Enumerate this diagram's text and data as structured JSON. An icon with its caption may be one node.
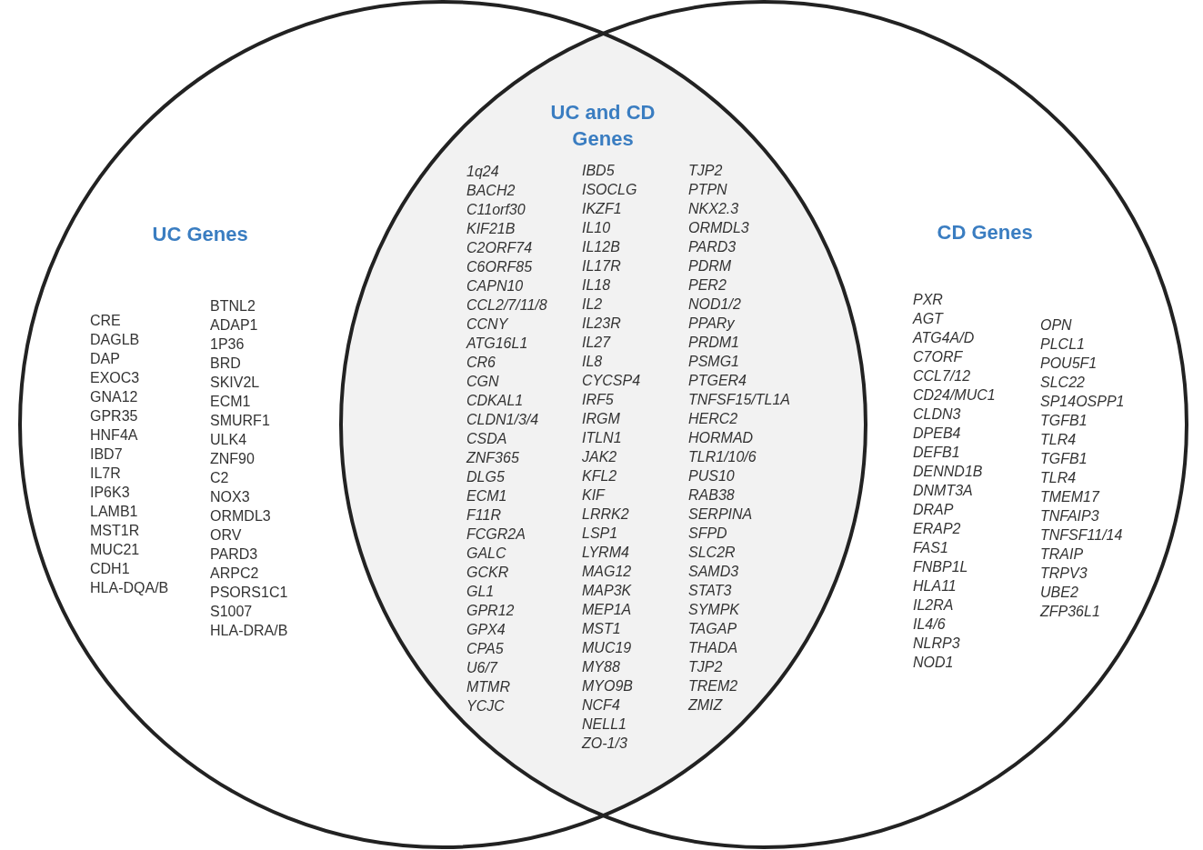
{
  "diagram": {
    "nodes": [
      {
        "text": [
          "UC Genes"
        ]
      },
      {
        "text": [
          "CD Genes"
        ]
      },
      {
        "text": [
          "UC and CD Genes"
        ]
      }
    ],
    "labels": [
      "CRE",
      "DAGLB",
      "DAP",
      "EXOC3",
      "GNA12",
      "GPR35",
      "HNF4A",
      "IBD7",
      "IL7R",
      "IP6K3",
      "LAMB1",
      "MST1R",
      "MUC21",
      "CDH1",
      "HLA-DQA/B",
      "BTNL2",
      "ADAP1",
      "1P36",
      "BRD",
      "SKIV2L",
      "ECM1",
      "SMURF1",
      "ULK4",
      "ZNF90",
      "C2",
      "NOX3",
      "ORMDL3",
      "ORV",
      "PARD3",
      "ARPC2",
      "PSORS1C1",
      "S1007",
      "HLA-DRA/B",
      "1q24",
      "BACH2",
      "C11orf30",
      "KIF21B",
      "C2ORF74",
      "C6ORF85",
      "CAPN10",
      "CCL2/7/11/8",
      "CCNY",
      "ATG16L1",
      "CR6",
      "CGN",
      "CDKAL1",
      "CLDN1/3/4",
      "CSDA",
      "ZNF365",
      "DLG5",
      "ECM1",
      "F11R",
      "FCGR2A",
      "GALC",
      "GCKR",
      "GL1",
      "GPR12",
      "GPX4",
      "CPA5",
      "U6/7",
      "MTMR",
      "YCJC",
      "IBD5",
      "ISOCLG",
      "IKZF1",
      "IL10",
      "IL12B",
      "IL17R",
      "IL18",
      "IL2",
      "IL23R",
      "IL27",
      "IL8",
      "CYCSP4",
      "IRF5",
      "IRGM",
      "ITLN1",
      "JAK2",
      "KFL2",
      "KIF",
      "LRRK2",
      "LSP1",
      "LYRM4",
      "MAG12",
      "MAP3K",
      "MEP1A",
      "MST1",
      "MUC19",
      "MY88",
      "MYO9B",
      "NCF4",
      "NELL1",
      "ZO-1/3",
      "TJP2",
      "PTPN",
      "NKX2.3",
      "ORMDL3",
      "PARD3",
      "PDRM",
      "PER2",
      "NOD1/2",
      "PPARy",
      "PRDM1",
      "PSMG1",
      "PTGER4",
      "TNFSF15/TL1A",
      "HERC2",
      "HORMAD",
      "TLR1/10/6",
      "PUS10",
      "RAB38",
      "SERPINA",
      "SFPD",
      "SLC2R",
      "SAMD3",
      "STAT3",
      "SYMPK",
      "TAGAP",
      "THADA",
      "TJP2",
      "TREM2",
      "ZMIZ",
      "PXR",
      "AGT",
      "ATG4A/D",
      "C7ORF",
      "CCL7/12",
      "CD24/MUC1",
      "CLDN3",
      "DPEB4",
      "DEFB1",
      "DENND1B",
      "DNMT3A",
      "DRAP",
      "ERAP2",
      "FAS1",
      "FNBP1L",
      "HLA11",
      "IL2RA",
      "IL4/6",
      "NLRP3",
      "NOD1",
      "OPN",
      "PLCL1",
      "POU5F1",
      "SLC22",
      "SP14OSPP1",
      "TGFB1",
      "TLR4",
      "TGFB1",
      "TLR4",
      "TMEM17",
      "TNFAIP3",
      "TNFSF11/14",
      "TRAIP",
      "TRPV3",
      "UBE2",
      "ZFP36L1"
    ]
  }
}
